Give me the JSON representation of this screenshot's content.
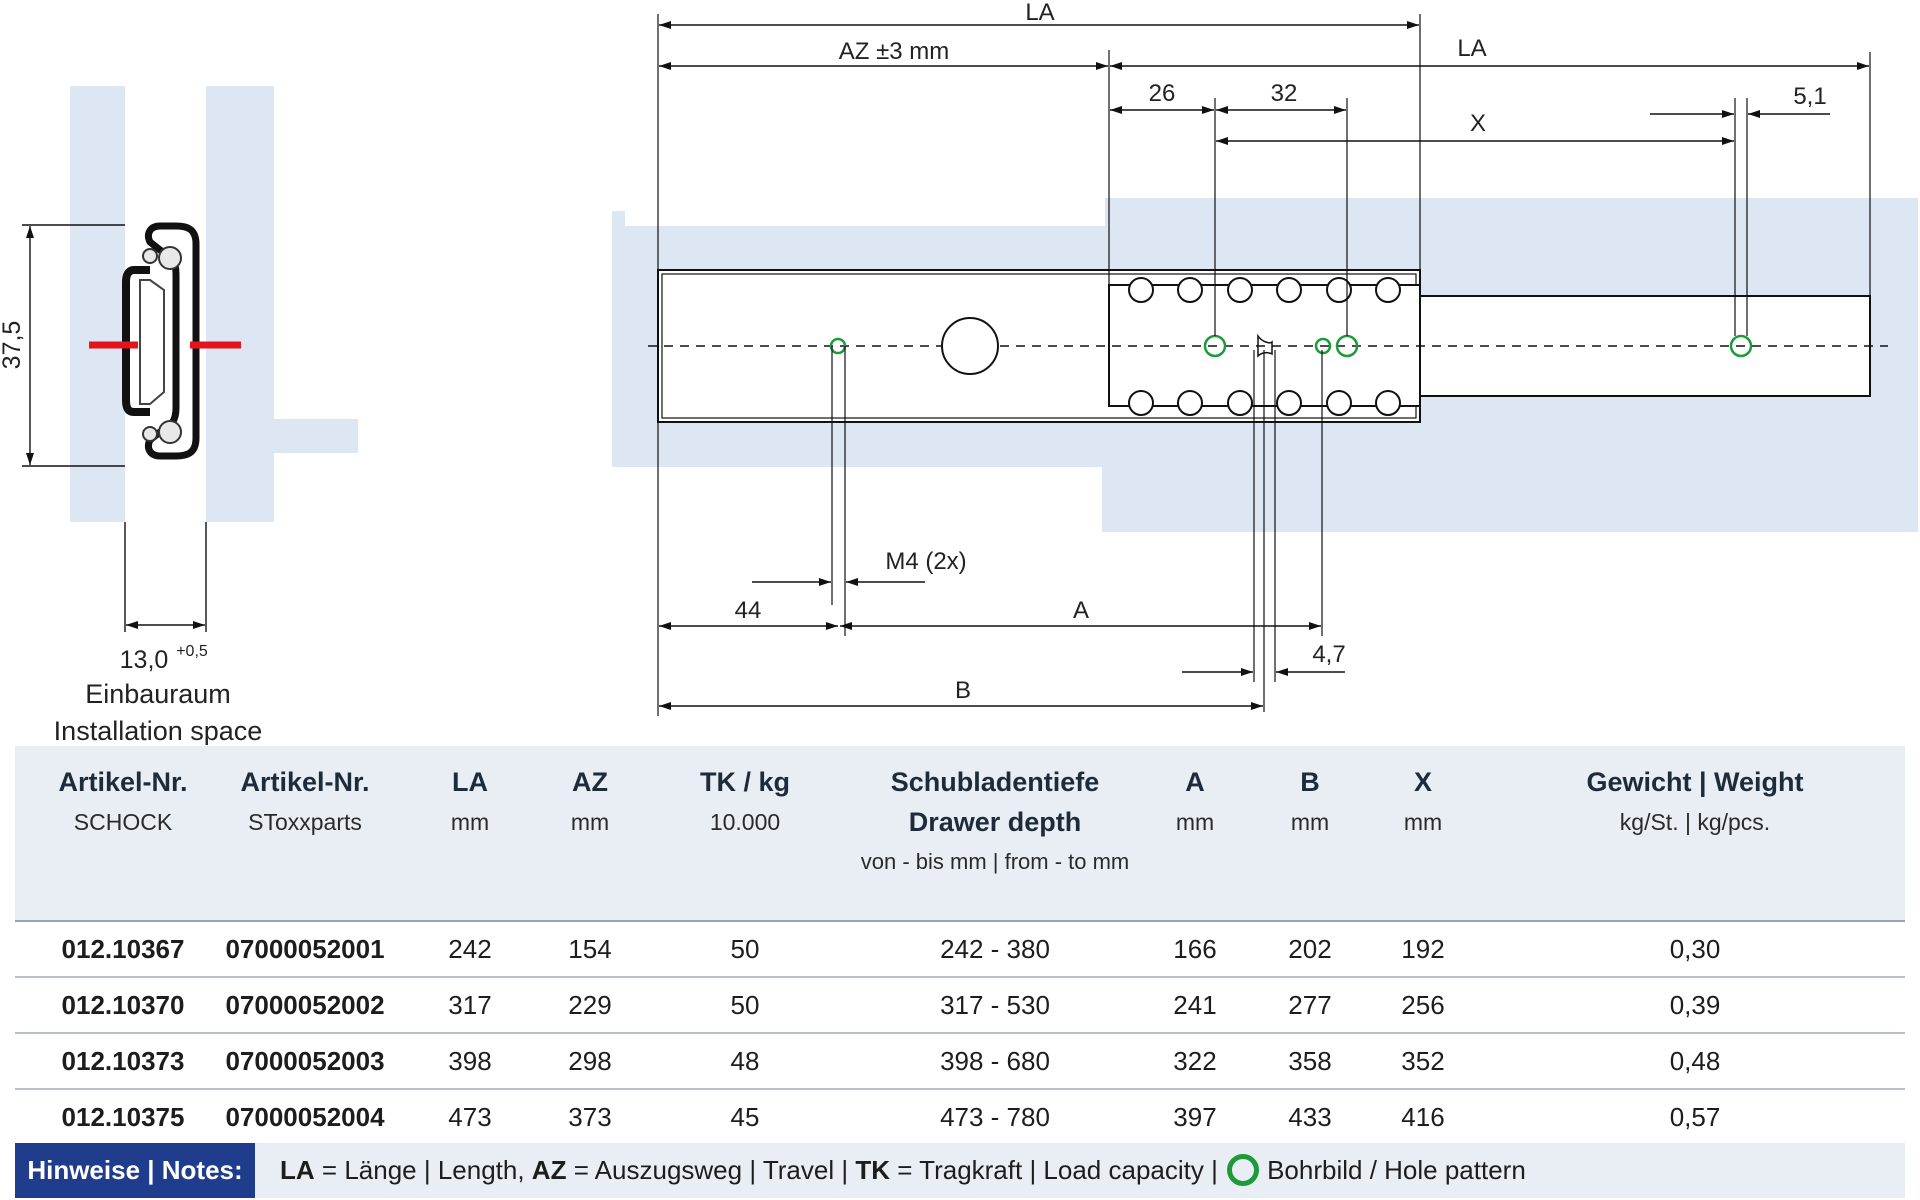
{
  "drawing": {
    "dim_37_5": "37,5",
    "dim_13_0": "13,0",
    "dim_tol": "+0,5",
    "install_de": "Einbauraum",
    "install_en": "Installation space",
    "la_top": "LA",
    "la_right": "LA",
    "az": "AZ ±3 mm",
    "d26": "26",
    "d32": "32",
    "x": "X",
    "d51": "5,1",
    "m4": "M4 (2x)",
    "d44": "44",
    "a": "A",
    "d47": "4,7",
    "b": "B"
  },
  "colors": {
    "install_fill": "#dce7f3",
    "accent_red": "#e3141b",
    "hole_green": "#1e9a3a",
    "notes_bg": "#1f3d8c"
  },
  "table": {
    "headers": [
      {
        "h1": "Artikel-Nr.",
        "h2": "SCHOCK",
        "h3": ""
      },
      {
        "h1": "Artikel-Nr.",
        "h2": "SToxxparts",
        "h3": ""
      },
      {
        "h1": "LA",
        "h2": "mm",
        "h3": ""
      },
      {
        "h1": "AZ",
        "h2": "mm",
        "h3": ""
      },
      {
        "h1": "TK / kg",
        "h2": "10.000",
        "h3": ""
      },
      {
        "h1": "Schubladentiefe",
        "h2": "Drawer depth",
        "h3": "von - bis mm | from - to mm"
      },
      {
        "h1": "A",
        "h2": "mm",
        "h3": ""
      },
      {
        "h1": "B",
        "h2": "mm",
        "h3": ""
      },
      {
        "h1": "X",
        "h2": "mm",
        "h3": ""
      },
      {
        "h1": "Gewicht | Weight",
        "h2": "kg/St. | kg/pcs.",
        "h3": ""
      }
    ],
    "rows": [
      [
        "012.10367",
        "07000052001",
        "242",
        "154",
        "50",
        "242 - 380",
        "166",
        "202",
        "192",
        "0,30"
      ],
      [
        "012.10370",
        "07000052002",
        "317",
        "229",
        "50",
        "317 - 530",
        "241",
        "277",
        "256",
        "0,39"
      ],
      [
        "012.10373",
        "07000052003",
        "398",
        "298",
        "48",
        "398 - 680",
        "322",
        "358",
        "352",
        "0,48"
      ],
      [
        "012.10375",
        "07000052004",
        "473",
        "373",
        "45",
        "473 - 780",
        "397",
        "433",
        "416",
        "0,57"
      ]
    ]
  },
  "notes": {
    "label": "Hinweise | Notes:",
    "la_key": "LA",
    "la_text": "= Länge | Length,",
    "az_key": "AZ",
    "az_text": "= Auszugsweg | Travel |",
    "tk_key": "TK",
    "tk_text": "= Tragkraft | Load capacity |",
    "hole_text": "Bohrbild / Hole pattern"
  }
}
